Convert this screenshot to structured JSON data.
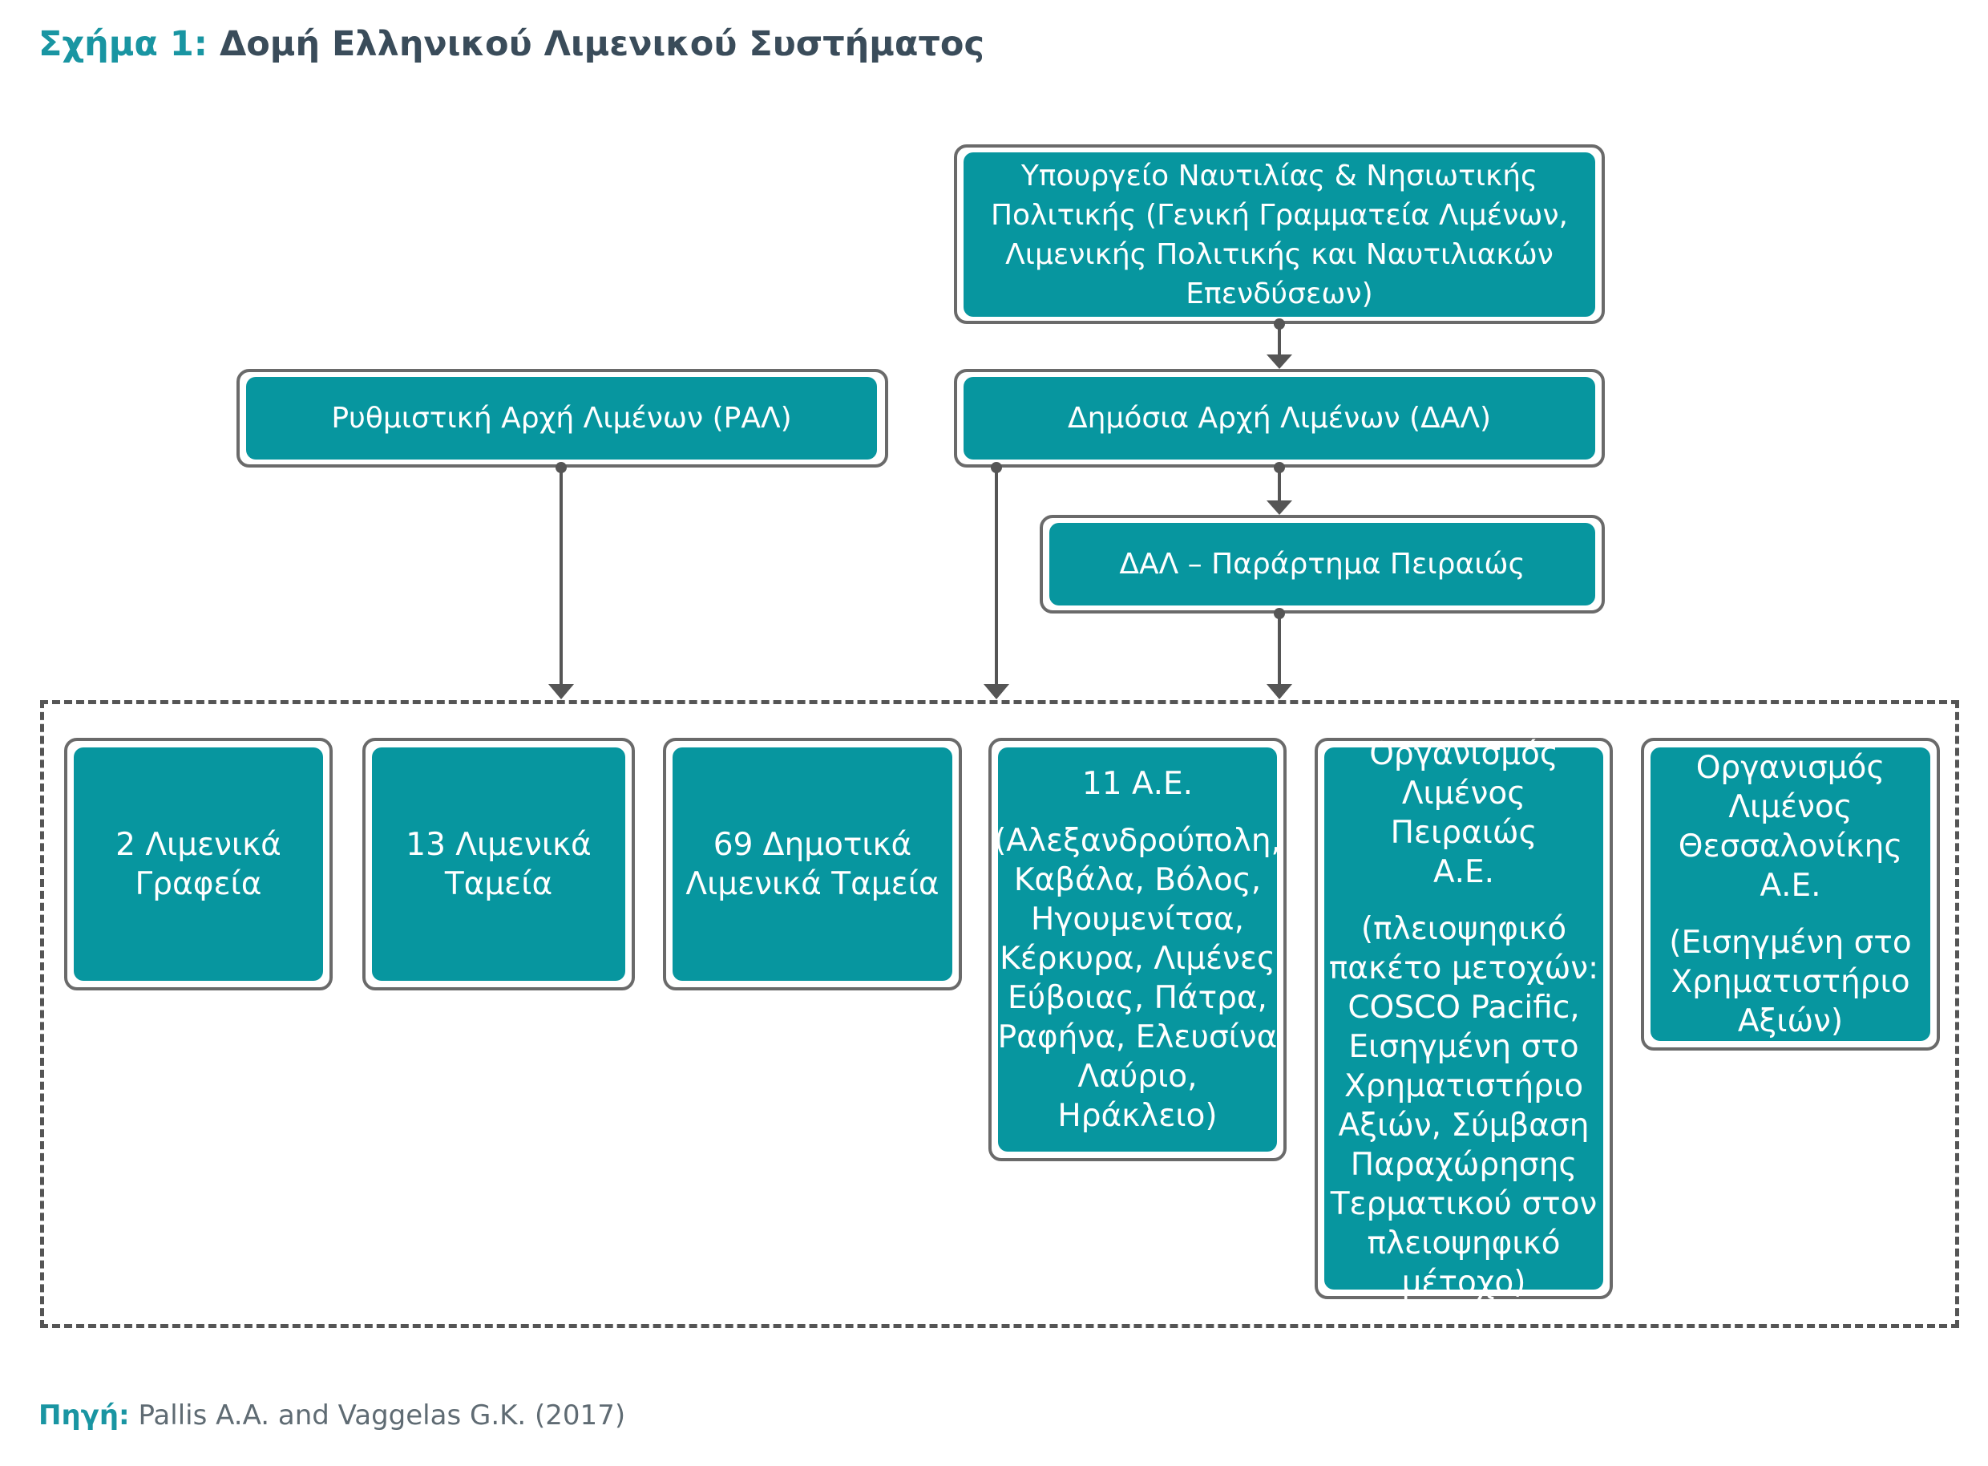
{
  "title": {
    "lead": "Σχήμα 1:",
    "text": "Δομή Ελληνικού Λιμενικού Συστήματος"
  },
  "source": {
    "lead": "Πηγή:",
    "text": "Pallis A.A. and Vaggelas G.K. (2017)"
  },
  "nodes": {
    "ministry": {
      "lines": [
        "Υπουργείο Ναυτιλίας & Νησιωτικής",
        "Πολιτικής (Γενική Γραμματεία Λιμένων,",
        "Λιμενικής Πολιτικής και Ναυτιλιακών",
        "Επενδύσεων)"
      ]
    },
    "ral": {
      "label": "Ρυθμιστική Αρχή Λιμένων (ΡΑΛ)"
    },
    "dal": {
      "label": "Δημόσια Αρχή Λιμένων (ΔΑΛ)"
    },
    "dal_piraeus": {
      "label": "ΔΑΛ – Παράρτημα Πειραιώς"
    },
    "port_offices": {
      "lines": [
        "2 Λιμενικά",
        "Γραφεία"
      ]
    },
    "port_funds": {
      "lines": [
        "13 Λιμενικά",
        "Ταμεία"
      ]
    },
    "municipal_funds": {
      "lines": [
        "69 Δημοτικά",
        "Λιμενικά Ταμεία"
      ]
    },
    "sa11": {
      "head": "11 Α.Ε.",
      "lines": [
        "(Αλεξανδρούπολη,",
        "Καβάλα, Βόλος,",
        "Ηγουμενίτσα,",
        "Κέρκυρα, Λιμένες",
        "Εύβοιας, Πάτρα,",
        "Ραφήνα, Ελευσίνα",
        "Λαύριο, Ηράκλειο)"
      ]
    },
    "olp": {
      "head": [
        "Οργανισμός",
        "Λιμένος Πειραιώς",
        "Α.Ε."
      ],
      "lines": [
        "(πλειοψηφικό",
        "πακέτο μετοχών:",
        "COSCO Pacific,",
        "Εισηγμένη στο",
        "Χρηματιστήριο",
        "Αξιών, Σύμβαση",
        "Παραχώρησης",
        "Τερματικού στον",
        "πλειοψηφικό",
        "μέτοχο)"
      ]
    },
    "olth": {
      "head": [
        "Οργανισμός",
        "Λιμένος",
        "Θεσσαλονίκης Α.Ε."
      ],
      "lines": [
        "(Εισηγμένη στο",
        "Χρηματιστήριο",
        "Αξιών)"
      ]
    }
  },
  "colors": {
    "box": "#07969f",
    "frame": "#6a6a6a",
    "accent": "#1995a2",
    "arrow": "#555555"
  }
}
